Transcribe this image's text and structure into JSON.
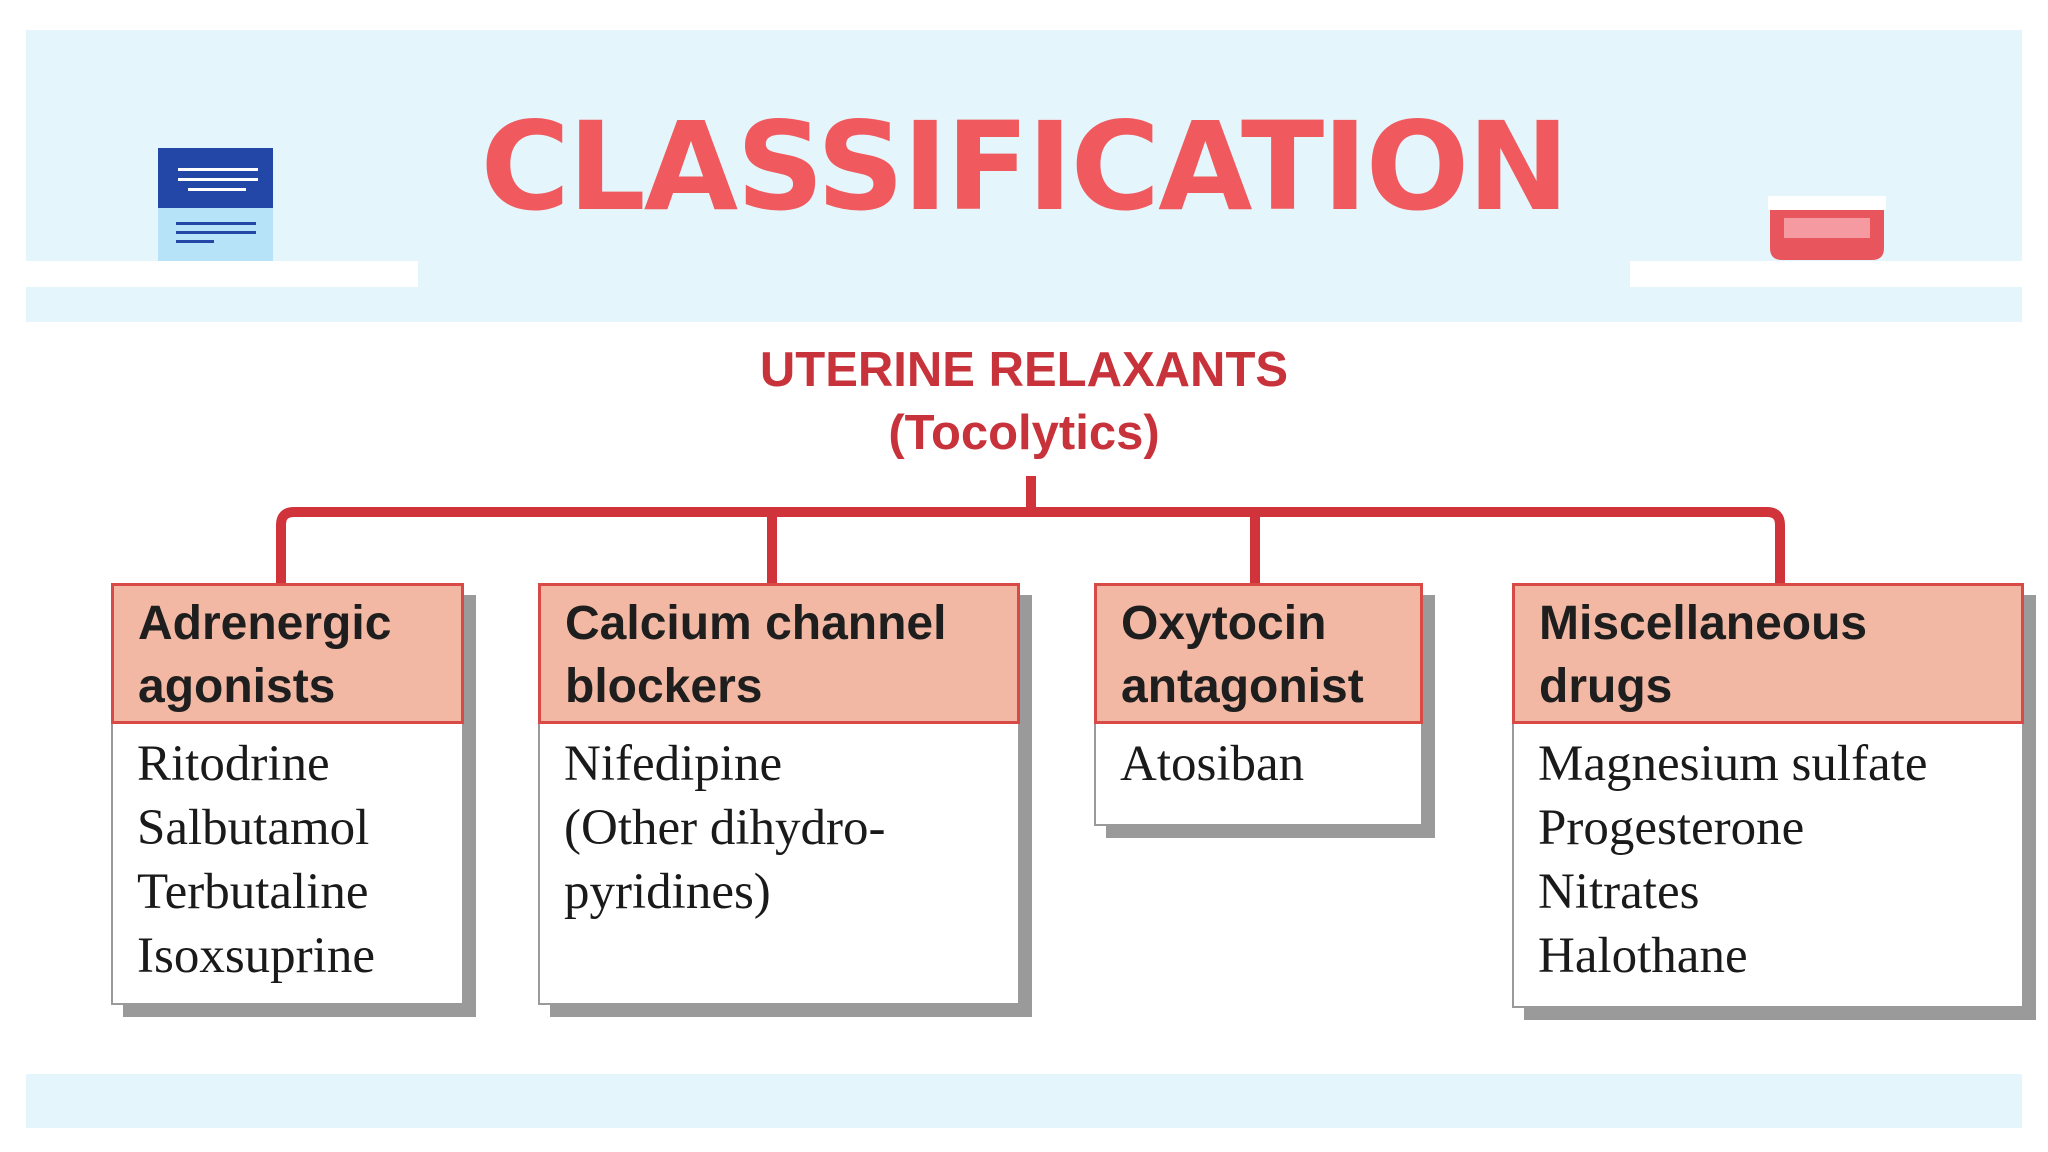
{
  "header": {
    "title": "CLASSIFICATION"
  },
  "diagram": {
    "root": {
      "line1": "UTERINE RELAXANTS",
      "line2": "(Tocolytics)"
    },
    "categories": [
      {
        "head1": "Adrenergic",
        "head2": "agonists",
        "items": [
          "Ritodrine",
          "Salbutamol",
          "Terbutaline",
          "Isoxsuprine"
        ]
      },
      {
        "head1": "Calcium channel",
        "head2": "blockers",
        "items": [
          "Nifedipine",
          "(Other dihydro-",
          "pyridines)"
        ]
      },
      {
        "head1": "Oxytocin",
        "head2": "antagonist",
        "items": [
          "Atosiban"
        ]
      },
      {
        "head1": "Miscellaneous",
        "head2": "drugs",
        "items": [
          "Magnesium sulfate",
          "Progesterone",
          "Nitrates",
          "Halothane"
        ]
      }
    ]
  },
  "colors": {
    "title": "#f05a5e",
    "diagram_title": "#c8323a",
    "connector": "#d0333a",
    "box_head_fill": "#f2b8a4",
    "box_head_border": "#d84a45",
    "band": "#e4f6fc",
    "doc_icon_dark": "#2347a6",
    "doc_icon_light": "#b6e3f7",
    "cup_icon": "#e8555c"
  },
  "icons": {
    "left": "document-icon",
    "right": "cup-icon"
  }
}
